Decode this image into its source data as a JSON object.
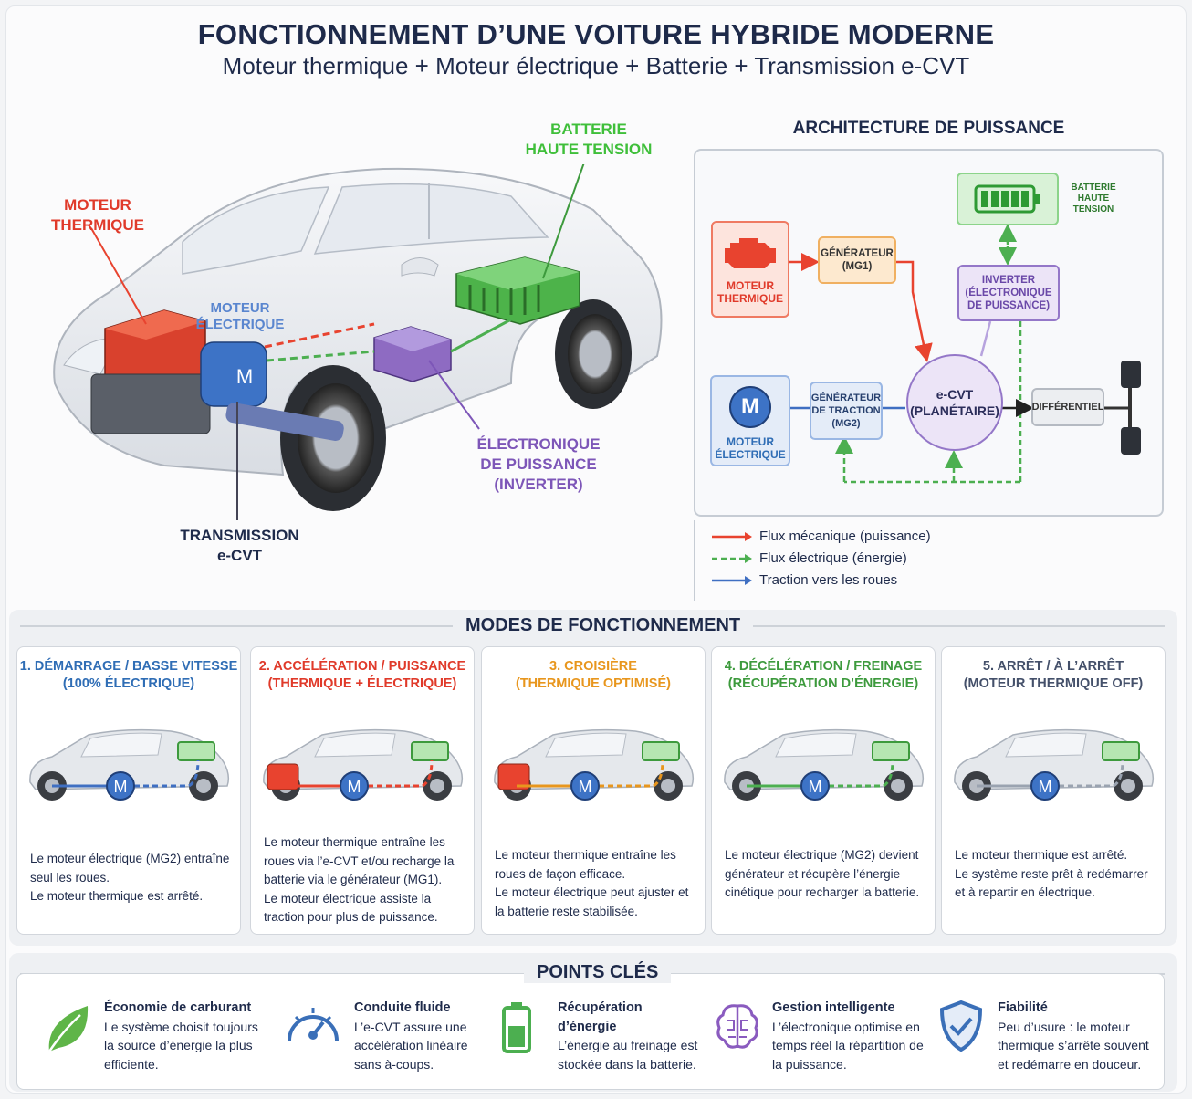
{
  "header": {
    "title": "FONCTIONNEMENT D’UNE VOITURE HYBRIDE MODERNE",
    "subtitle": "Moteur thermique + Moteur électrique + Batterie + Transmission e-CVT"
  },
  "car_labels": {
    "engine_l1": "MOTEUR",
    "engine_l2": "THERMIQUE",
    "battery_l1": "BATTERIE",
    "battery_l2": "HAUTE TENSION",
    "emotor_l1": "MOTEUR",
    "emotor_l2": "ÉLECTRIQUE",
    "motor_letter": "M",
    "inverter_l1": "ÉLECTRONIQUE",
    "inverter_l2": "DE PUISSANCE",
    "inverter_l3": "(INVERTER)",
    "trans_l1": "TRANSMISSION",
    "trans_l2": "e-CVT"
  },
  "architecture": {
    "title": "ARCHITECTURE DE PUISSANCE",
    "battery": "BATTERIE\nHAUTE TENSION",
    "engine": "MOTEUR\nTHERMIQUE",
    "mg1": "GÉNÉRATEUR\n(MG1)",
    "inverter": "INVERTER\n(ÉLECTRONIQUE\nDE PUISSANCE)",
    "emotor_letter": "M",
    "emotor": "MOTEUR\nÉLECTRIQUE",
    "mg2": "GÉNÉRATEUR\nDE TRACTION\n(MG2)",
    "ecvt": "e-CVT\n(PLANÉTAIRE)",
    "diff": "DIFFÉRENTIEL"
  },
  "legend": [
    {
      "label": "Flux mécanique (puissance)",
      "color": "#e8432f",
      "dash": false
    },
    {
      "label": "Flux électrique (énergie)",
      "color": "#4caf50",
      "dash": true
    },
    {
      "label": "Traction vers les roues",
      "color": "#3f6fc2",
      "dash": false
    }
  ],
  "modes": {
    "title": "MODES DE FONCTIONNEMENT",
    "items": [
      {
        "title": "1. DÉMARRAGE / BASSE VITESSE\n(100% ÉLECTRIQUE)",
        "color": "#2f6db5",
        "engine": false,
        "flow": "#3f6fc2",
        "text": "Le moteur électrique (MG2) entraîne seul les roues.\nLe moteur thermique est arrêté."
      },
      {
        "title": "2. ACCÉLÉRATION / PUISSANCE\n(THERMIQUE + ÉLECTRIQUE)",
        "color": "#e03a2a",
        "engine": true,
        "flow": "#e8432f",
        "text": "Le moteur thermique entraîne les roues via l’e-CVT et/ou recharge la batterie via le générateur (MG1).\nLe moteur électrique assiste la traction pour plus de puissance."
      },
      {
        "title": "3. CROISIÈRE\n(THERMIQUE OPTIMISÉ)",
        "color": "#e8961d",
        "engine": true,
        "flow": "#e8961d",
        "text": "Le moteur thermique entraîne les roues de façon efficace.\nLe moteur électrique peut ajuster et la batterie reste stabilisée."
      },
      {
        "title": "4. DÉCÉLÉRATION / FREINAGE\n(RÉCUPÉRATION D’ÉNERGIE)",
        "color": "#3d9a3d",
        "engine": false,
        "flow": "#4caf50",
        "text": "Le moteur électrique (MG2) devient générateur et récupère l’énergie cinétique pour recharger la batterie."
      },
      {
        "title": "5. ARRÊT / À L’ARRÊT\n(MOTEUR THERMIQUE OFF)",
        "color": "#44506a",
        "engine": false,
        "flow": "#9aa3b0",
        "text": "Le moteur thermique est arrêté.\nLe système reste prêt à redémarrer et à repartir en électrique."
      }
    ]
  },
  "points": {
    "title": "POINTS CLÉS",
    "items": [
      {
        "icon": "leaf-icon",
        "title": "Économie de carburant",
        "text": "Le système choisit toujours la source d’énergie la plus efficiente."
      },
      {
        "icon": "speedometer-icon",
        "title": "Conduite fluide",
        "text": "L’e-CVT assure une accélération linéaire sans à-coups."
      },
      {
        "icon": "battery-icon",
        "title": "Récupération d’énergie",
        "text": "L’énergie au freinage est stockée dans la batterie."
      },
      {
        "icon": "brain-icon",
        "title": "Gestion intelligente",
        "text": "L’électronique optimise en temps réel la répartition de la puissance."
      },
      {
        "icon": "shield-check-icon",
        "title": "Fiabilité",
        "text": "Peu d’usure : le moteur thermique s’arrête souvent et redémarre en douceur."
      }
    ]
  }
}
